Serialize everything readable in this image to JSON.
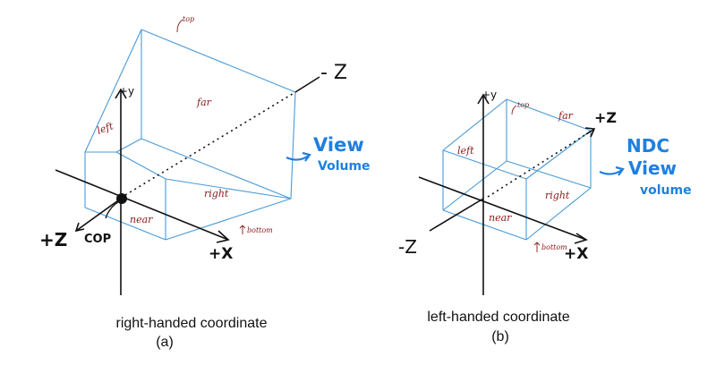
{
  "left_diagram": {
    "caption_line1": "right-handed coordinate",
    "caption_line2": "(a)",
    "axis_plus_y": "+y",
    "axis_plus_x": "+X",
    "axis_plus_z": "+Z",
    "axis_minus_z": "- Z",
    "cop_label": "COP",
    "face_top": "top",
    "face_far": "far",
    "face_left": "left",
    "face_right": "right",
    "face_near": "near",
    "face_bottom": "bottom",
    "volume_line1": "View",
    "volume_line2": "Volume"
  },
  "right_diagram": {
    "caption_line1": "left-handed coordinate",
    "caption_line2": "(b)",
    "axis_plus_y": "+y",
    "axis_plus_x": "+X",
    "axis_plus_z": "+Z",
    "axis_minus_z": "-Z",
    "face_top": "top",
    "face_far": "far",
    "face_left": "left",
    "face_right": "right",
    "face_near": "near",
    "face_bottom": "bottom",
    "volume_line1": "NDC",
    "volume_line2": "View",
    "volume_line3": "volume"
  },
  "colors": {
    "volume_edges": "#4a9ad8",
    "volume_text": "#1f7fe0",
    "face_text": "#8a1a1a",
    "axes": "#111111"
  }
}
